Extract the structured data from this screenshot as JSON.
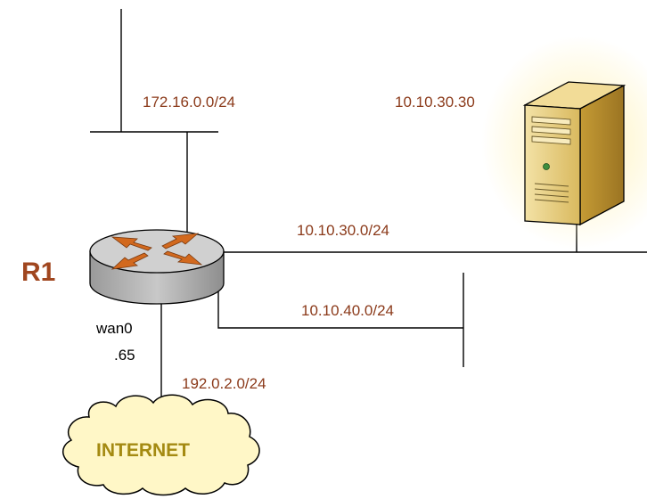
{
  "colors": {
    "network_label": "#8b3a1a",
    "router_name": "#a0461f",
    "internet_label": "#a48a12",
    "cloud_fill": "#fff7c7",
    "router_body": "#a9a9a9",
    "router_top": "#d0d0d0",
    "router_arrows": "#d2691e",
    "server_body": "#e8d08a",
    "server_glow": "#fff2b8",
    "wire": "#000000"
  },
  "router": {
    "name": "R1",
    "icon": "router-icon"
  },
  "wan": {
    "interface": "wan0",
    "host_octet": ".65"
  },
  "networks": {
    "lan_172": "172.16.0.0/24",
    "lan_30": "10.10.30.0/24",
    "lan_40": "10.10.40.0/24",
    "wan": "192.0.2.0/24"
  },
  "server": {
    "address": "10.10.30.30",
    "icon": "server-icon"
  },
  "cloud": {
    "label": "INTERNET",
    "icon": "cloud-icon"
  }
}
